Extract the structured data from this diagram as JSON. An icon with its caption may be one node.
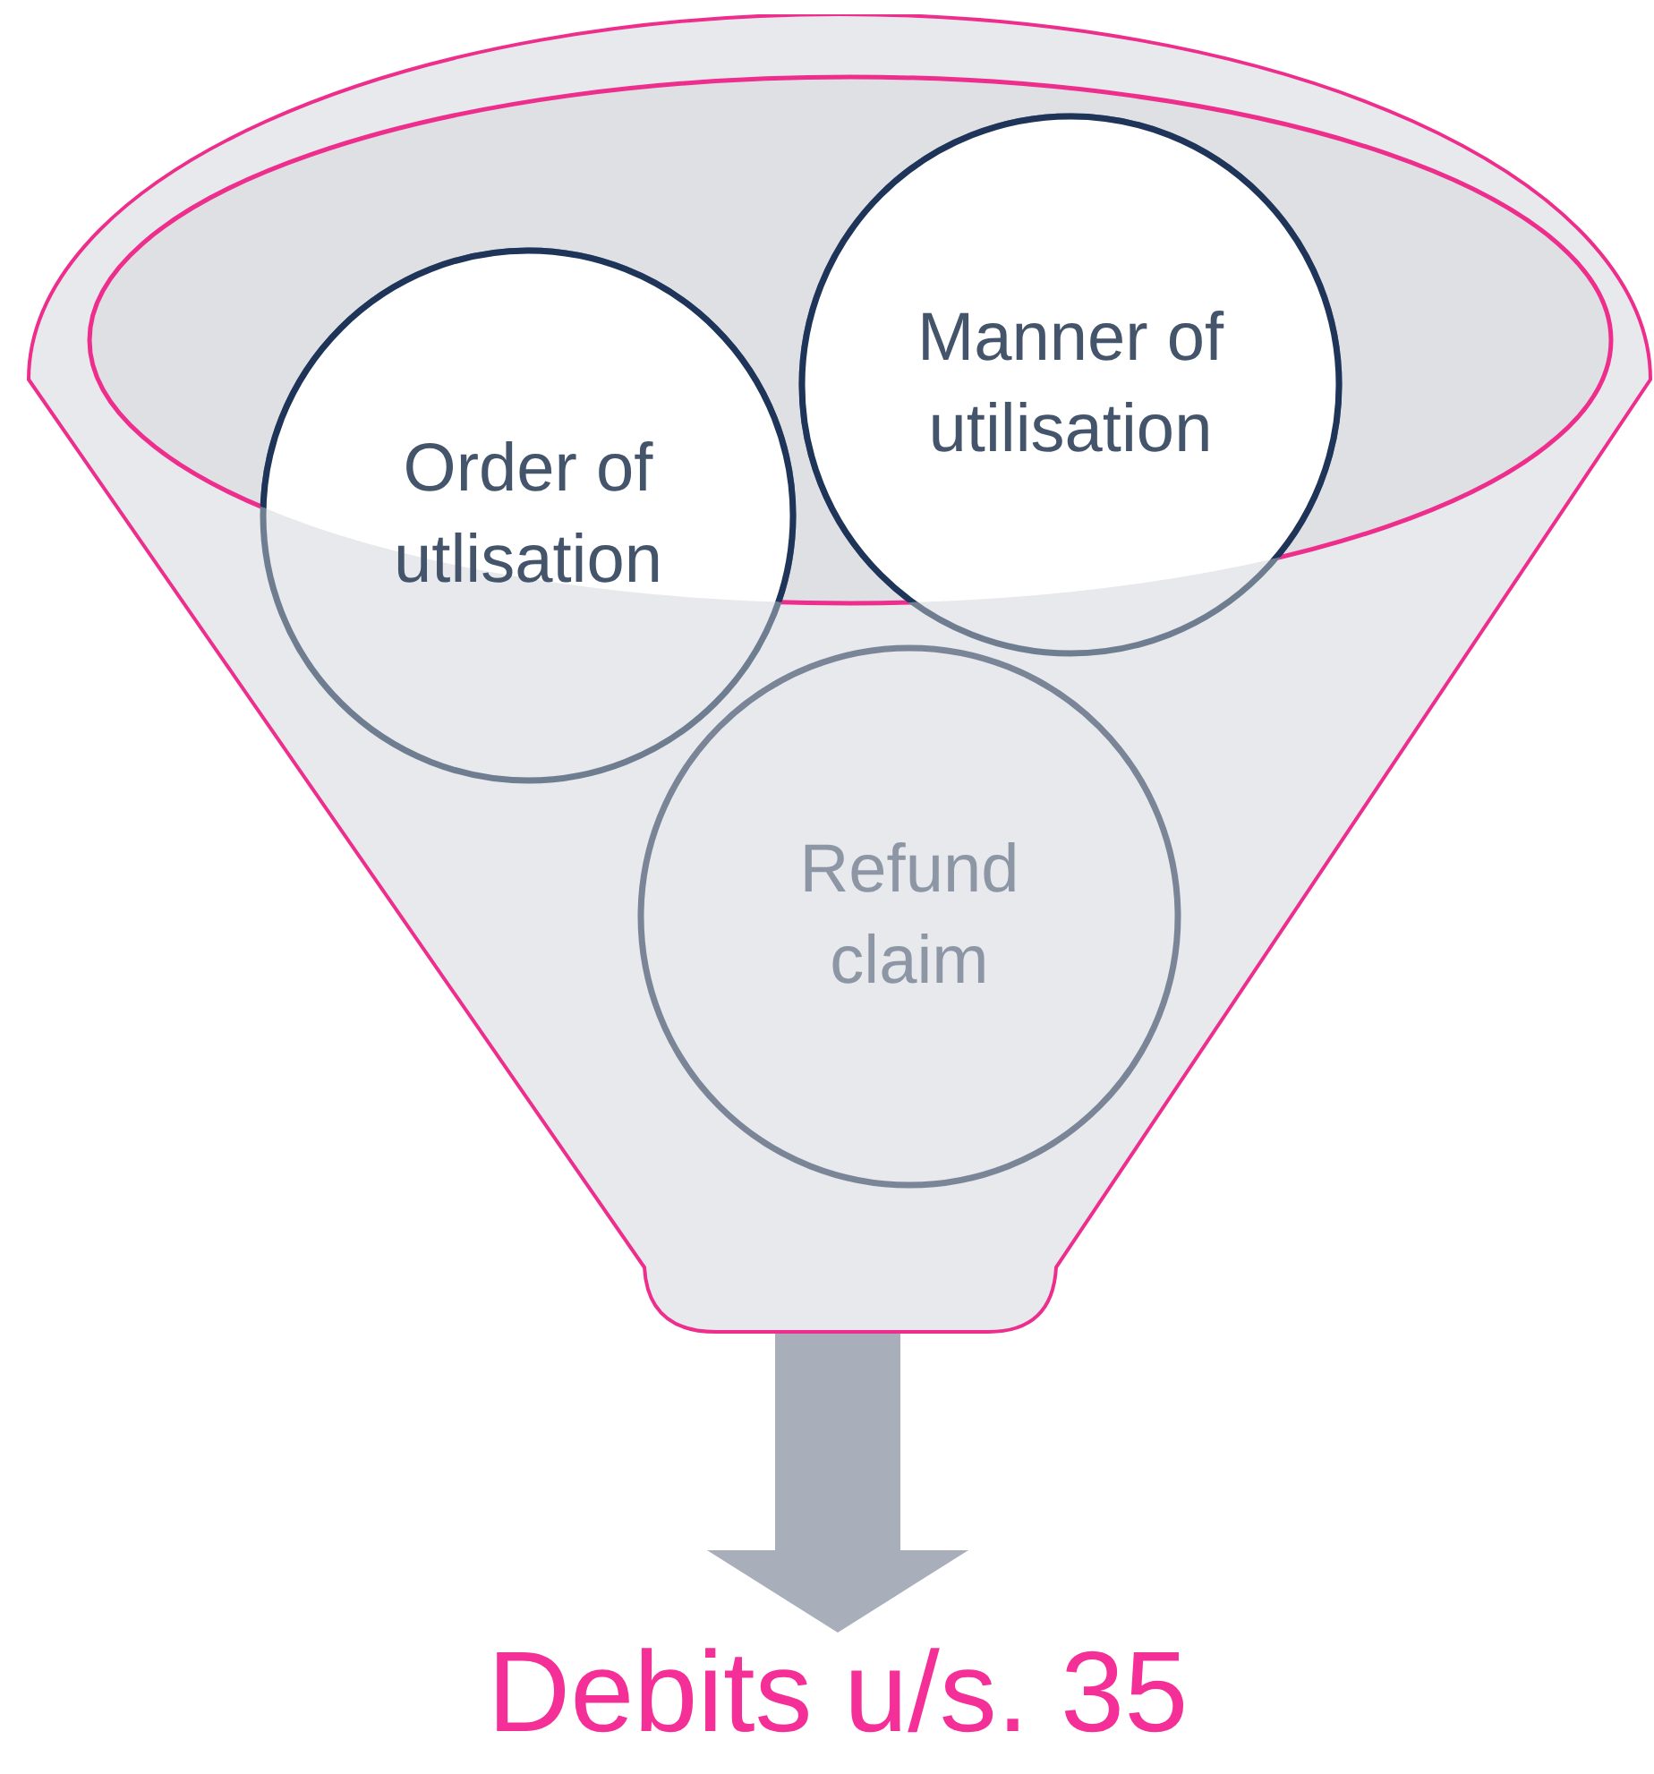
{
  "diagram": {
    "nodes": [
      {
        "text": [],
        "shape": "funnel"
      },
      {
        "text": [
          "Order of utlisation"
        ],
        "in": 0
      },
      {
        "text": [
          "Manner of utilisation"
        ],
        "in": 0
      },
      {
        "text": [
          "Refund claim"
        ],
        "in": 0
      },
      {
        "text": [
          "Debits u/s. 35"
        ]
      }
    ],
    "edges": [
      {
        "from": 0,
        "to": 4,
        "arrow": "to"
      }
    ]
  }
}
